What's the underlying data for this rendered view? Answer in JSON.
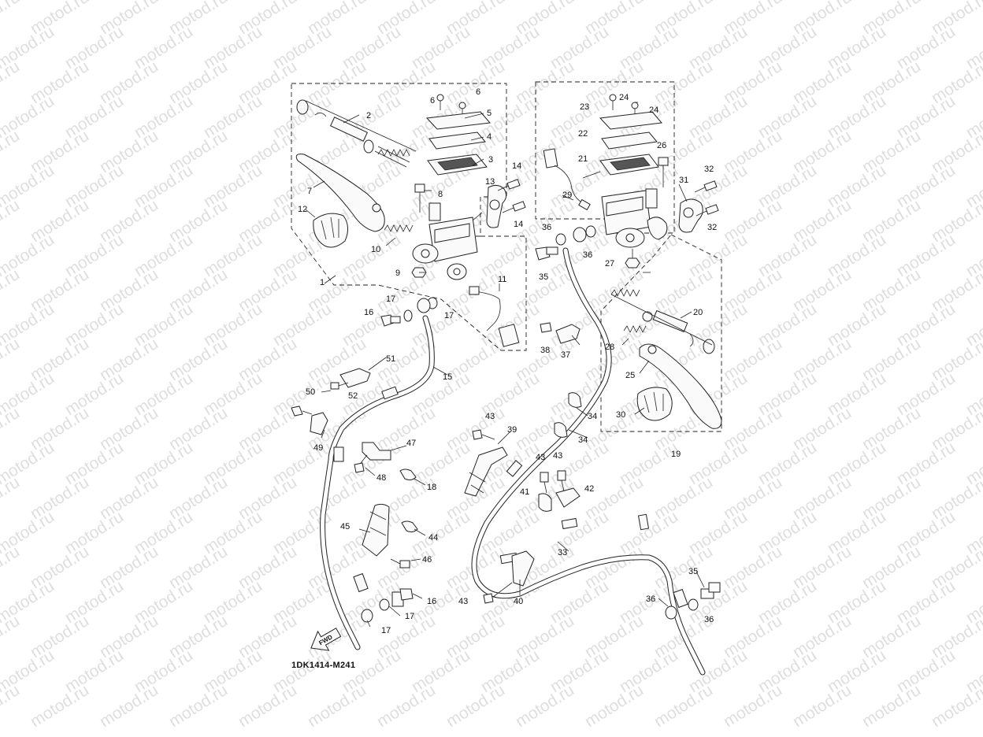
{
  "diagram_code": "1DK1414-M241",
  "watermark_text": "motod.ru",
  "fwd_label": "FWD",
  "callouts": [
    {
      "id": "c1",
      "text": "1"
    },
    {
      "id": "c2",
      "text": "2"
    },
    {
      "id": "c3",
      "text": "3"
    },
    {
      "id": "c4",
      "text": "4"
    },
    {
      "id": "c5",
      "text": "5"
    },
    {
      "id": "c6a",
      "text": "6"
    },
    {
      "id": "c6b",
      "text": "6"
    },
    {
      "id": "c7",
      "text": "7"
    },
    {
      "id": "c8",
      "text": "8"
    },
    {
      "id": "c9",
      "text": "9"
    },
    {
      "id": "c10",
      "text": "10"
    },
    {
      "id": "c11",
      "text": "11"
    },
    {
      "id": "c12",
      "text": "12"
    },
    {
      "id": "c13",
      "text": "13"
    },
    {
      "id": "c14a",
      "text": "14"
    },
    {
      "id": "c14b",
      "text": "14"
    },
    {
      "id": "c15",
      "text": "15"
    },
    {
      "id": "c16a",
      "text": "16"
    },
    {
      "id": "c16b",
      "text": "16"
    },
    {
      "id": "c17a",
      "text": "17"
    },
    {
      "id": "c17b",
      "text": "17"
    },
    {
      "id": "c17c",
      "text": "17"
    },
    {
      "id": "c17d",
      "text": "17"
    },
    {
      "id": "c18",
      "text": "18"
    },
    {
      "id": "c19",
      "text": "19"
    },
    {
      "id": "c20",
      "text": "20"
    },
    {
      "id": "c21",
      "text": "21"
    },
    {
      "id": "c22",
      "text": "22"
    },
    {
      "id": "c23",
      "text": "23"
    },
    {
      "id": "c24a",
      "text": "24"
    },
    {
      "id": "c24b",
      "text": "24"
    },
    {
      "id": "c25",
      "text": "25"
    },
    {
      "id": "c26",
      "text": "26"
    },
    {
      "id": "c27",
      "text": "27"
    },
    {
      "id": "c28",
      "text": "28"
    },
    {
      "id": "c29",
      "text": "29"
    },
    {
      "id": "c30",
      "text": "30"
    },
    {
      "id": "c31",
      "text": "31"
    },
    {
      "id": "c32a",
      "text": "32"
    },
    {
      "id": "c32b",
      "text": "32"
    },
    {
      "id": "c33",
      "text": "33"
    },
    {
      "id": "c34a",
      "text": "34"
    },
    {
      "id": "c34b",
      "text": "34"
    },
    {
      "id": "c35a",
      "text": "35"
    },
    {
      "id": "c35b",
      "text": "35"
    },
    {
      "id": "c36a",
      "text": "36"
    },
    {
      "id": "c36b",
      "text": "36"
    },
    {
      "id": "c36c",
      "text": "36"
    },
    {
      "id": "c36d",
      "text": "36"
    },
    {
      "id": "c37",
      "text": "37"
    },
    {
      "id": "c38",
      "text": "38"
    },
    {
      "id": "c39",
      "text": "39"
    },
    {
      "id": "c40",
      "text": "40"
    },
    {
      "id": "c41",
      "text": "41"
    },
    {
      "id": "c42",
      "text": "42"
    },
    {
      "id": "c43a",
      "text": "43"
    },
    {
      "id": "c43b",
      "text": "43"
    },
    {
      "id": "c43c",
      "text": "43"
    },
    {
      "id": "c43d",
      "text": "43"
    },
    {
      "id": "c44",
      "text": "44"
    },
    {
      "id": "c45",
      "text": "45"
    },
    {
      "id": "c46",
      "text": "46"
    },
    {
      "id": "c47",
      "text": "47"
    },
    {
      "id": "c48",
      "text": "48"
    },
    {
      "id": "c49",
      "text": "49"
    },
    {
      "id": "c50",
      "text": "50"
    },
    {
      "id": "c51",
      "text": "51"
    },
    {
      "id": "c52",
      "text": "52"
    }
  ]
}
